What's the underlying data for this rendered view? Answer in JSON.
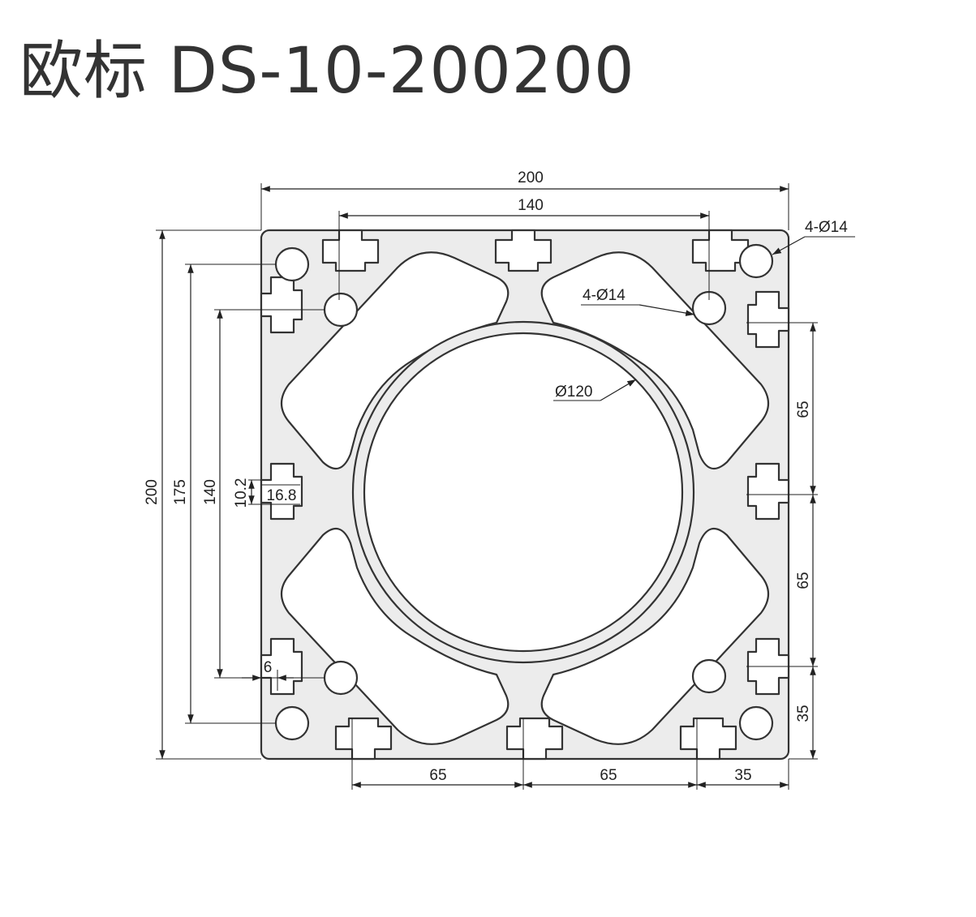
{
  "title": "欧标  DS-10-200200",
  "colors": {
    "profile_fill": "#ececec",
    "profile_stroke": "#333333",
    "dimension": "#222222",
    "title": "#333333"
  },
  "dimensions": {
    "overall_width": "200",
    "slot_span_top": "140",
    "overall_height": "200",
    "hole_span_outer": "175",
    "hole_span_inner": "140",
    "slot_depth": "10.2",
    "slot_width": "16.8",
    "slot_lip": "6",
    "right_upper": "65",
    "right_lower": "65",
    "right_corner": "35",
    "bottom_left": "65",
    "bottom_mid": "65",
    "bottom_right": "35",
    "corner_holes_outer": "4-Ø14",
    "corner_holes_inner": "4-Ø14",
    "center_bore": "Ø120"
  }
}
